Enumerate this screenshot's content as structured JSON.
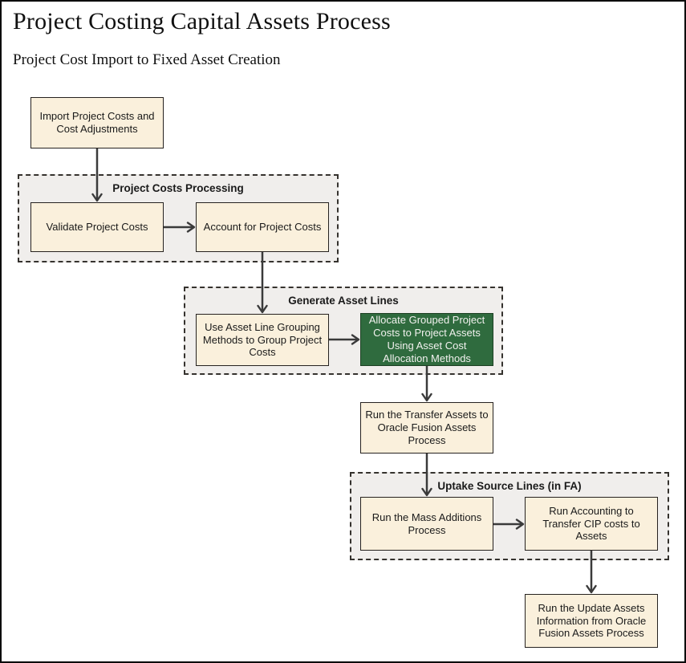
{
  "header": {
    "title": "Project Costing Capital Assets Process",
    "subtitle": "Project Cost Import to Fixed Asset Creation"
  },
  "colors": {
    "canvas_border": "#0a0a0a",
    "node_fill": "#faf0dc",
    "node_border": "#262220",
    "node_text": "#1a1a1a",
    "highlight_fill": "#2f6b3e",
    "highlight_border": "#1d4024",
    "highlight_text": "#f1f1ee",
    "group_fill": "#f0eeec",
    "group_border": "#35322e",
    "arrow": "#3a3a3a"
  },
  "groups": {
    "project_costs_processing": {
      "label": "Project Costs Processing"
    },
    "generate_asset_lines": {
      "label": "Generate Asset Lines"
    },
    "uptake_source_lines": {
      "label": "Uptake Source Lines (in FA)"
    }
  },
  "nodes": {
    "import_costs": {
      "label": "Import Project Costs and Cost Adjustments"
    },
    "validate_costs": {
      "label": "Validate Project Costs"
    },
    "account_costs": {
      "label": "Account for Project Costs"
    },
    "group_costs": {
      "label": "Use Asset Line Grouping Methods to Group Project Costs"
    },
    "allocate_costs": {
      "label": "Allocate Grouped Project Costs to Project Assets Using Asset Cost Allocation Methods"
    },
    "transfer_assets": {
      "label": "Run the Transfer Assets to Oracle Fusion Assets Process"
    },
    "mass_additions": {
      "label": "Run the Mass Additions Process"
    },
    "run_accounting": {
      "label": "Run Accounting to Transfer CIP costs to Assets"
    },
    "update_assets": {
      "label": "Run the Update Assets Information from Oracle Fusion Assets Process"
    }
  }
}
